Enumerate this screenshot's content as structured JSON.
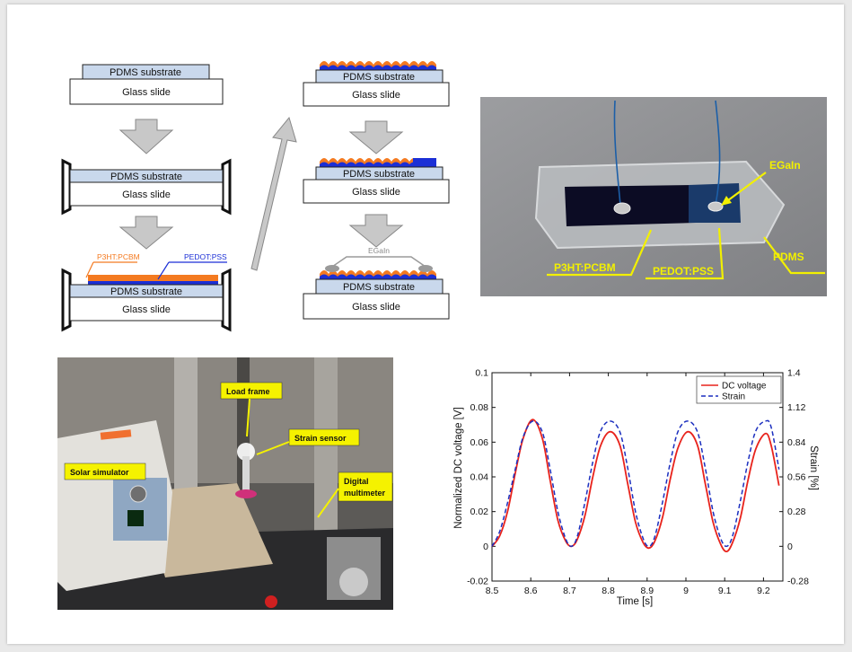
{
  "diagram": {
    "pdms_substrate": "PDMS substrate",
    "glass_slide": "Glass slide",
    "p3ht_pcbm": "P3HT:PCBM",
    "pedot_pss": "PEDOT:PSS",
    "egain": "EGaIn",
    "colors": {
      "pdms": "#c9d8ec",
      "p3ht": "#f47a20",
      "pedot": "#1b2fd6",
      "arrow": "#c8c8c8",
      "egain": "#9a9a9a"
    }
  },
  "device_photo": {
    "labels": {
      "egain": "EGaIn",
      "p3ht": "P3HT:PCBM",
      "pedot": "PEDOT:PSS",
      "pdms": "PDMS"
    },
    "label_color": "#f2f000"
  },
  "setup_photo": {
    "labels": {
      "load_frame": "Load frame",
      "strain_sensor": "Strain sensor",
      "solar_simulator": "Solar simulator",
      "digital_multimeter_1": "Digital",
      "digital_multimeter_2": "multimeter"
    },
    "label_bg": "#f5f200"
  },
  "chart_data": {
    "type": "line",
    "xlabel": "Time [s]",
    "ylabel": "Normalized DC voltage [V]",
    "y2label": "Strain [%]",
    "xlim": [
      8.5,
      9.25
    ],
    "ylim": [
      -0.02,
      0.1
    ],
    "y2lim": [
      -0.28,
      1.4
    ],
    "xticks": [
      8.5,
      8.6,
      8.7,
      8.8,
      8.9,
      9,
      9.1,
      9.2
    ],
    "xtick_labels": [
      "8.5",
      "8.6",
      "8.7",
      "8.8",
      "8.9",
      "9",
      "9.1",
      "9.2"
    ],
    "yticks": [
      -0.02,
      0,
      0.02,
      0.04,
      0.06,
      0.08,
      0.1
    ],
    "ytick_labels": [
      "-0.02",
      "0",
      "0.02",
      "0.04",
      "0.06",
      "0.08",
      "0.1"
    ],
    "y2ticks": [
      -0.28,
      0,
      0.28,
      0.56,
      0.84,
      1.12,
      1.4
    ],
    "y2tick_labels": [
      "-0.28",
      "0",
      "0.28",
      "0.56",
      "0.84",
      "1.12",
      "1.4"
    ],
    "grid": false,
    "legend_position": "top-right",
    "series": [
      {
        "name": "DC voltage",
        "color": "#e8231c",
        "style": "solid",
        "x": [
          8.5,
          8.52,
          8.54,
          8.56,
          8.58,
          8.605,
          8.63,
          8.65,
          8.67,
          8.69,
          8.705,
          8.72,
          8.74,
          8.76,
          8.78,
          8.805,
          8.83,
          8.85,
          8.87,
          8.89,
          8.905,
          8.92,
          8.94,
          8.96,
          8.98,
          9.005,
          9.03,
          9.05,
          9.07,
          9.09,
          9.105,
          9.12,
          9.14,
          9.16,
          9.18,
          9.205,
          9.22,
          9.24
        ],
        "values": [
          0.0,
          0.006,
          0.02,
          0.042,
          0.062,
          0.073,
          0.062,
          0.038,
          0.015,
          0.003,
          0.0,
          0.004,
          0.018,
          0.04,
          0.058,
          0.066,
          0.058,
          0.036,
          0.014,
          0.002,
          -0.001,
          0.003,
          0.017,
          0.039,
          0.057,
          0.066,
          0.058,
          0.036,
          0.014,
          0.001,
          -0.003,
          0.002,
          0.016,
          0.038,
          0.056,
          0.065,
          0.058,
          0.035
        ]
      },
      {
        "name": "Strain",
        "color": "#1c2fbf",
        "style": "dashed",
        "x": [
          8.5,
          8.52,
          8.54,
          8.56,
          8.58,
          8.605,
          8.63,
          8.65,
          8.67,
          8.69,
          8.705,
          8.72,
          8.74,
          8.76,
          8.78,
          8.805,
          8.83,
          8.85,
          8.87,
          8.89,
          8.905,
          8.92,
          8.94,
          8.96,
          8.98,
          9.005,
          9.03,
          9.05,
          9.07,
          9.09,
          9.105,
          9.12,
          9.14,
          9.16,
          9.18,
          9.205,
          9.22,
          9.24
        ],
        "values": [
          0.0,
          0.12,
          0.35,
          0.62,
          0.88,
          1.01,
          0.92,
          0.62,
          0.28,
          0.06,
          0.0,
          0.08,
          0.36,
          0.68,
          0.93,
          1.01,
          0.92,
          0.63,
          0.28,
          0.06,
          0.0,
          0.08,
          0.36,
          0.68,
          0.93,
          1.01,
          0.92,
          0.63,
          0.28,
          0.06,
          0.0,
          0.08,
          0.36,
          0.68,
          0.93,
          1.01,
          0.96,
          0.62
        ]
      }
    ]
  }
}
